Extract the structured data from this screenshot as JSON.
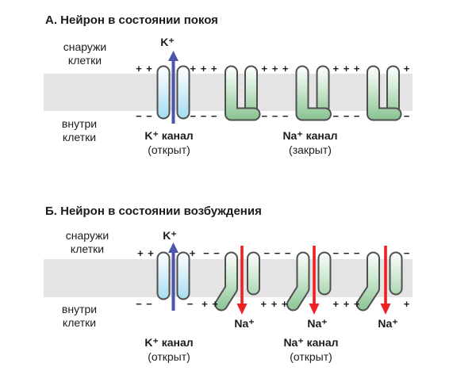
{
  "panelA": {
    "title": "А. Нейрон в состоянии покоя",
    "outside_line1": "снаружи",
    "outside_line2": "клетки",
    "inside_line1": "внутри",
    "inside_line2": "клетки",
    "k_ion": "K⁺",
    "k_channel_name": "K⁺ канал",
    "k_channel_state": "(открыт)",
    "na_channel_name": "Na⁺ канал",
    "na_channel_state": "(закрыт)",
    "charges_outside": [
      "+ +",
      "+ + +",
      "+ + +",
      "+ + +",
      "+"
    ],
    "charges_inside": [
      "− −",
      "− − −",
      "− − −",
      "− − −",
      "−"
    ]
  },
  "panelB": {
    "title": "Б. Нейрон в состоянии возбуждения",
    "outside_line1": "снаружи",
    "outside_line2": "клетки",
    "inside_line1": "внутри",
    "inside_line2": "клетки",
    "k_ion": "K⁺",
    "na_ion_1": "Na⁺",
    "na_ion_2": "Na⁺",
    "na_ion_3": "Na⁺",
    "k_channel_name": "K⁺ канал",
    "k_channel_state": "(открыт)",
    "na_channel_name": "Na⁺ канал",
    "na_channel_state": "(открыт)",
    "charges_outside": [
      "+ +",
      "+",
      "− −",
      "− − −",
      "− − −",
      "−"
    ],
    "charges_inside": [
      "− −",
      "−",
      "+ +",
      "+ + +",
      "+ + +",
      "+"
    ]
  },
  "colors": {
    "membrane": "#e3e4e3",
    "channel_outline": "#4f4f4f",
    "k_channel_fill": "#a5dcf0",
    "na_channel_fill": "#8cc794",
    "k_arrow": "#4d55ab",
    "na_arrow": "#ed2024",
    "text": "#1c1c1c"
  }
}
